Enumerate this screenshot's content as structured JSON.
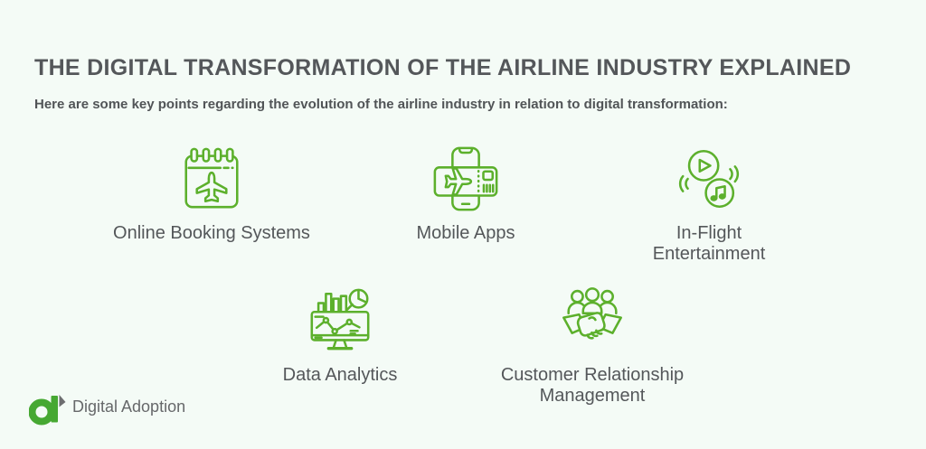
{
  "header": {
    "title": "THE DIGITAL TRANSFORMATION OF THE AIRLINE INDUSTRY EXPLAINED",
    "subtitle": "Here are some key points regarding the evolution of the airline industry in relation to digital transformation:"
  },
  "features": [
    {
      "label": "Online Booking Systems",
      "icon": "calendar-airplane-icon"
    },
    {
      "label": "Mobile Apps",
      "icon": "phone-boarding-pass-icon"
    },
    {
      "label": "In-Flight Entertainment",
      "icon": "play-music-icon"
    },
    {
      "label": "Data Analytics",
      "icon": "monitor-analytics-icon"
    },
    {
      "label": "Customer Relationship Management",
      "icon": "people-handshake-icon"
    }
  ],
  "footer": {
    "brand_name": "Digital Adoption"
  },
  "colors": {
    "background": "#f4fbf6",
    "icon_green": "#5cb02c",
    "logo_green": "#46a832",
    "logo_gray": "#6d6e70",
    "heading_text": "#54575a",
    "label_text": "#54575a"
  }
}
